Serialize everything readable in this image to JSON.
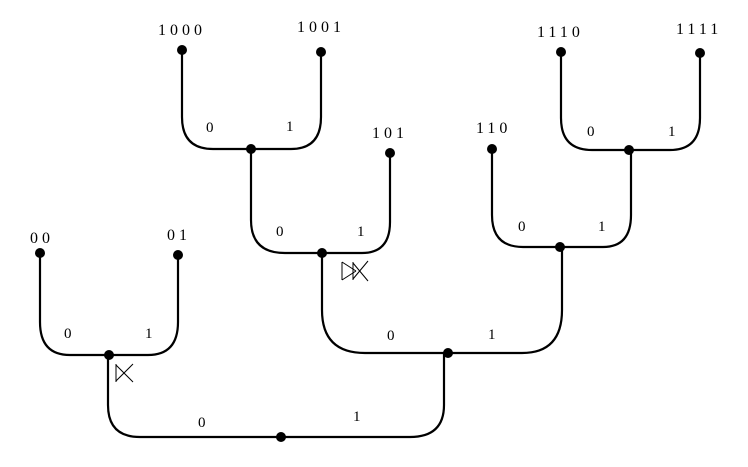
{
  "diagram": {
    "leaves": [
      "1000",
      "1001",
      "101",
      "110",
      "1110",
      "1111",
      "00",
      "01"
    ],
    "branch_labels": {
      "zero": "0",
      "one": "1"
    },
    "valve_icon": "valve-symbol",
    "ink_color": "#000000",
    "background_color": "#ffffff"
  }
}
